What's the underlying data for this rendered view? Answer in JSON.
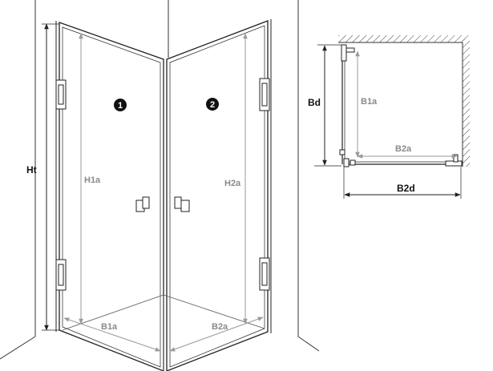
{
  "perspective_view": {
    "height_total_label": "Ht",
    "door1_height_label": "H1a",
    "door2_height_label": "H2a",
    "door1_width_label": "B1a",
    "door2_width_label": "B2a",
    "door1_badge": "1",
    "door2_badge": "2"
  },
  "plan_view": {
    "depth_label": "Bd",
    "door1_width_label": "B1a",
    "door2_width_label": "B2a",
    "total_width_label": "B2d"
  },
  "colors": {
    "line": "#222222",
    "dimension_grey": "#9a9a9a",
    "badge": "#111111"
  }
}
